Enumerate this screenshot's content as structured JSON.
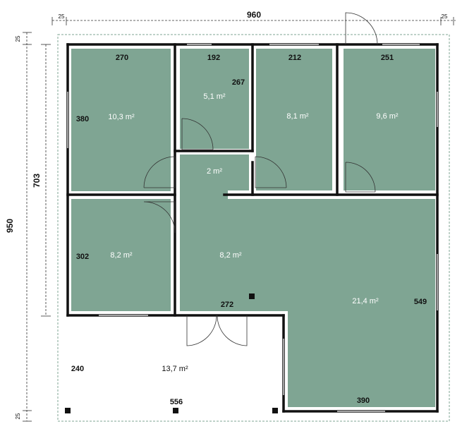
{
  "colors": {
    "room_fill": "#7fa593",
    "wall": "#111111",
    "dim_line": "#333333",
    "outline_dashed": "#7fa593",
    "area_text": "#ffffff"
  },
  "overall": {
    "width": "960",
    "height": "950",
    "side_height": "703",
    "margin_left_top": "25",
    "margin_right_top": "25",
    "margin_side_top": "25",
    "margin_side_bottom": "25"
  },
  "rooms": {
    "bedroom1": {
      "width": "270",
      "depth": "380",
      "area": "10,3 m²"
    },
    "bathroom": {
      "width": "192",
      "depth": "267",
      "area": "5,1 m²"
    },
    "bedroom2": {
      "width": "212",
      "area": "8,1 m²"
    },
    "bedroom3": {
      "width": "251",
      "area": "9,6 m²"
    },
    "hall": {
      "area": "2 m²"
    },
    "bedroom4": {
      "depth": "302",
      "area": "8,2 m²"
    },
    "corridor": {
      "width": "272",
      "area": "8,2 m²"
    },
    "living": {
      "depth": "549",
      "width": "390",
      "area": "21,4 m²"
    },
    "terrace": {
      "depth": "240",
      "width": "556",
      "area": "13,7 m²"
    }
  }
}
